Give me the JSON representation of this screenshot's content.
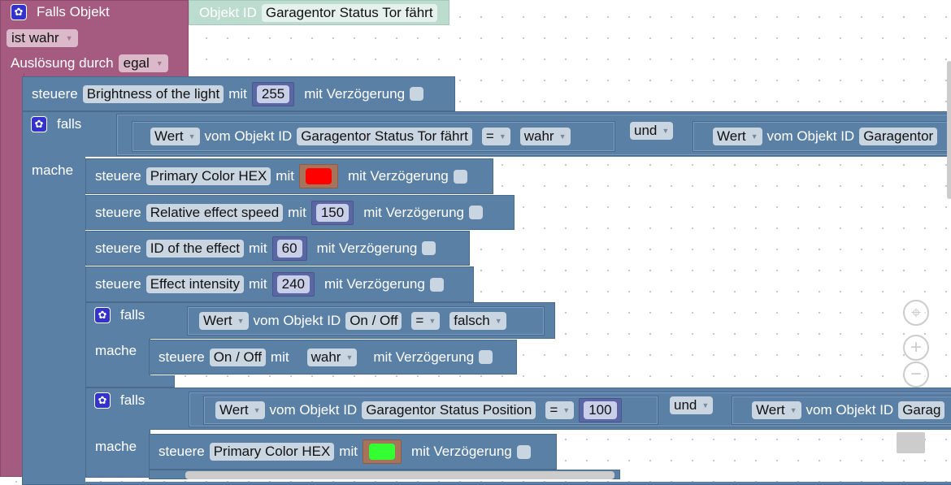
{
  "event": {
    "title": "Falls Objekt",
    "condition": "ist wahr",
    "trigger_label": "Auslösung durch",
    "trigger": "egal",
    "object_label": "Objekt ID",
    "object": "Garagentor Status Tor fährt"
  },
  "brightness": {
    "steuere": "steuere",
    "target": "Brightness of the light",
    "mit": "mit",
    "value": "255",
    "delay": "mit Verzögerung"
  },
  "if1": {
    "falls": "falls",
    "mache": "mache",
    "wert": "Wert",
    "vom": "vom Objekt ID",
    "object": "Garagentor Status Tor fährt",
    "op": "=",
    "value": "wahr",
    "und": "und",
    "wert2": "Wert",
    "vom2": "vom Objekt ID",
    "object2": "Garagentor"
  },
  "stmts": [
    {
      "steuere": "steuere",
      "target": "Primary Color HEX",
      "mit": "mit",
      "color": "#ff0000",
      "delay": "mit Verzögerung"
    },
    {
      "steuere": "steuere",
      "target": "Relative effect speed",
      "mit": "mit",
      "value": "150",
      "delay": "mit Verzögerung"
    },
    {
      "steuere": "steuere",
      "target": "ID of the effect",
      "mit": "mit",
      "value": "60",
      "delay": "mit Verzögerung"
    },
    {
      "steuere": "steuere",
      "target": "Effect intensity",
      "mit": "mit",
      "value": "240",
      "delay": "mit Verzögerung"
    }
  ],
  "if2": {
    "falls": "falls",
    "mache": "mache",
    "wert": "Wert",
    "vom": "vom Objekt ID",
    "object": "On / Off",
    "op": "=",
    "value": "falsch",
    "steuere": "steuere",
    "target": "On / Off",
    "mit": "mit",
    "set": "wahr",
    "delay": "mit Verzögerung"
  },
  "if3": {
    "falls": "falls",
    "mache": "mache",
    "wert": "Wert",
    "vom": "vom Objekt ID",
    "object": "Garagentor Status Position",
    "op": "=",
    "value": "100",
    "und": "und",
    "wert2": "Wert",
    "vom2": "vom Objekt ID",
    "object2": "Garag",
    "steuere": "steuere",
    "target": "Primary Color HEX",
    "mit": "mit",
    "color": "#33ff33",
    "delay": "mit Verzögerung"
  },
  "controls": {
    "center": "⌖",
    "zoom_in": "+",
    "zoom_out": "−"
  }
}
